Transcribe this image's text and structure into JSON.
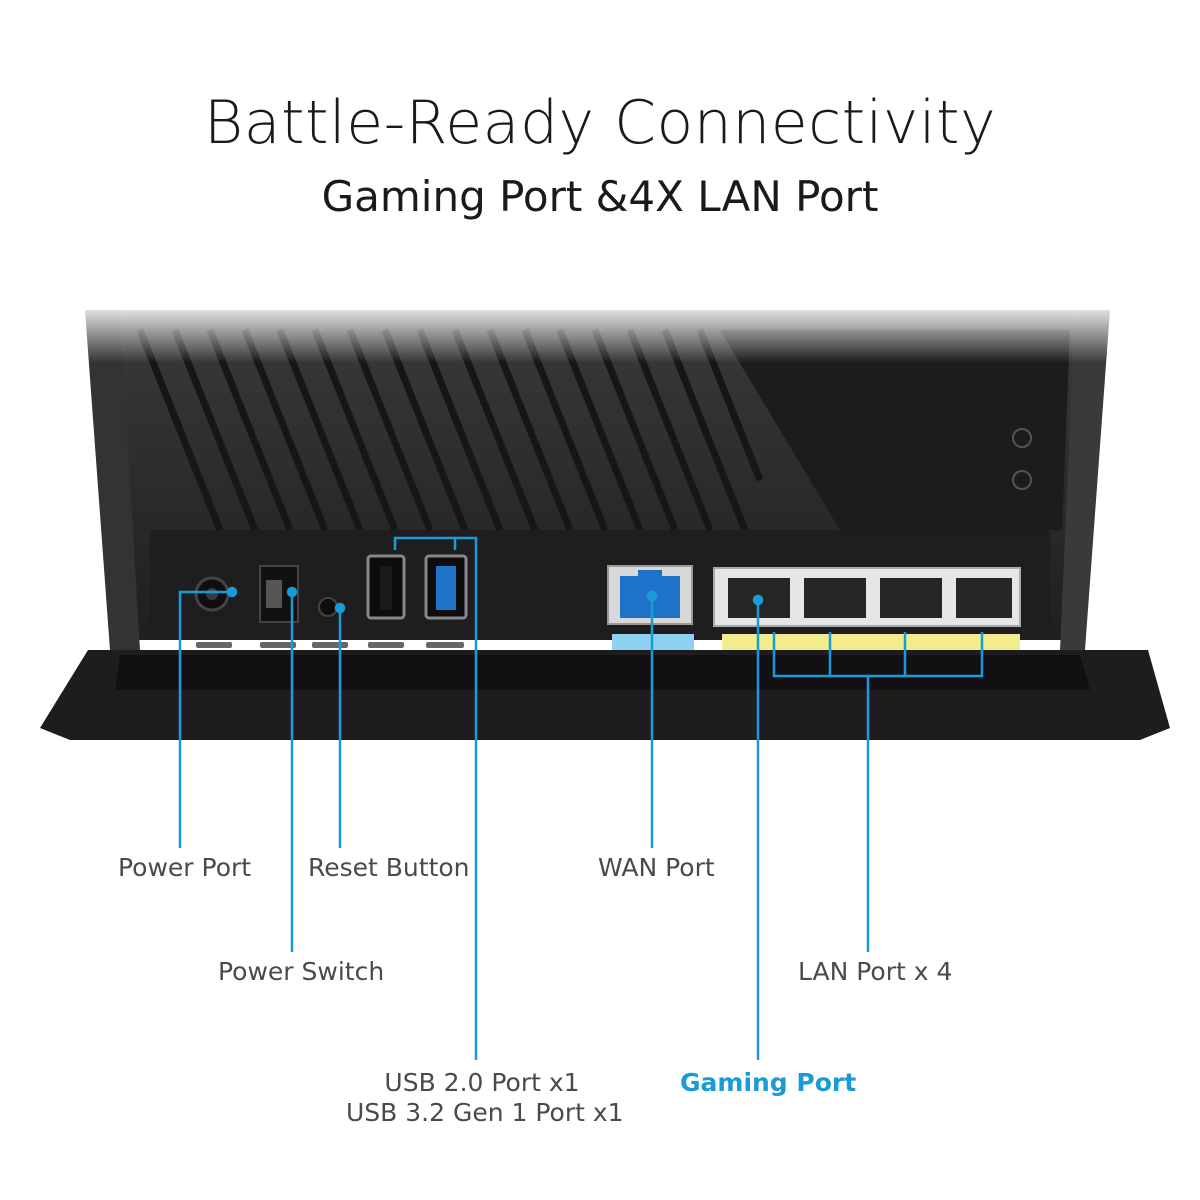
{
  "header": {
    "title": "Battle-Ready Connectivity",
    "subtitle": "Gaming Port &4X LAN Port"
  },
  "callouts": {
    "power_port": "Power Port",
    "power_switch": "Power Switch",
    "reset_button": "Reset Button",
    "usb_line1": "USB 2.0 Port x1",
    "usb_line2": "USB 3.2 Gen 1 Port x1",
    "wan_port": "WAN Port",
    "lan_port": "LAN Port x 4",
    "gaming_port": "Gaming Port"
  },
  "colors": {
    "accent": "#1a9bd7",
    "router_body": "#2a2a2c",
    "wan_highlight": "#8fd0f3",
    "lan_highlight": "#f3ec8e",
    "usb3_blue": "#1e73c8"
  },
  "icons": {
    "router": "router-back-panel",
    "ethernet": "ethernet-port-icon",
    "usb": "usb-port-icon"
  }
}
